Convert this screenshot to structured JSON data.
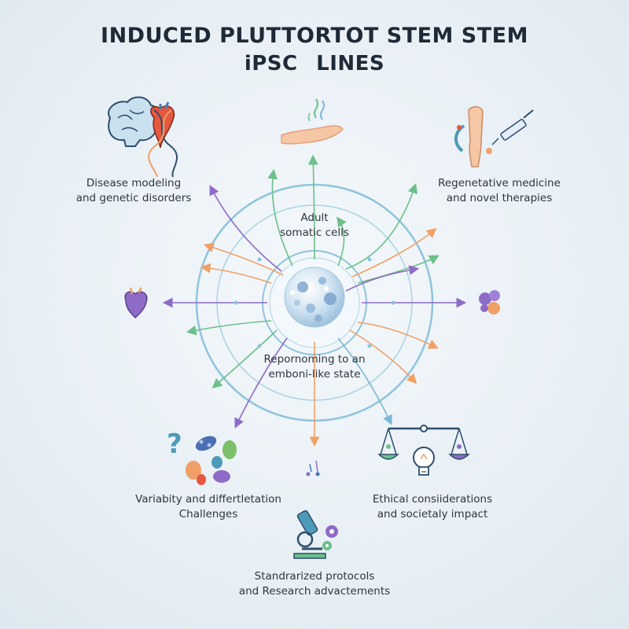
{
  "title": {
    "line1": "INDUCED PLUTTORTOT STEM STEM",
    "line2": "iPSC LINES"
  },
  "center": {
    "top_label": [
      "Adult",
      "somatic cells"
    ],
    "bottom_label": [
      "Repornoming to an",
      "emboni-like state"
    ]
  },
  "applications": [
    {
      "id": "disease",
      "lines": [
        "Disease modeling",
        "and genetic disorders"
      ],
      "icon": "brain-heart-dna-icon"
    },
    {
      "id": "regen",
      "lines": [
        "Regenetative medicine",
        "and novel therapies"
      ],
      "icon": "arm-syringe-icon"
    },
    {
      "id": "variability",
      "lines": [
        "Variabity and differtletation",
        "Challenges"
      ],
      "icon": "question-cells-icon"
    },
    {
      "id": "ethical",
      "lines": [
        "Ethical consiiderations",
        "and societaly impact"
      ],
      "icon": "scales-lightbulb-icon"
    },
    {
      "id": "protocols",
      "lines": [
        "Standrarized protocols",
        "and Research advactements"
      ],
      "icon": "microscope-gears-icon"
    }
  ],
  "colors": {
    "purple": "#8e6bc7",
    "green": "#6cc08a",
    "orange": "#f0a066",
    "blue": "#7ab8d6",
    "ring": "#8fc4dc"
  }
}
